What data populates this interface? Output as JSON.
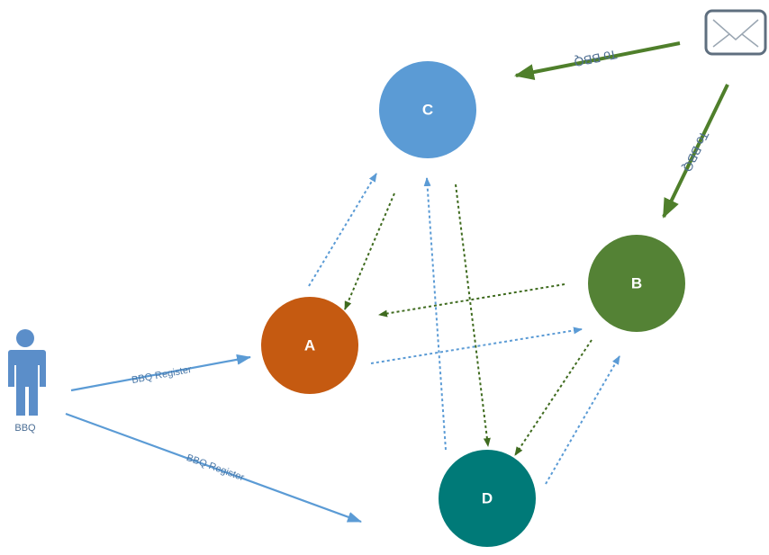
{
  "nodes": {
    "c": {
      "label": "C",
      "color": "#5b9bd5"
    },
    "b": {
      "label": "B",
      "color": "#548235"
    },
    "a": {
      "label": "A",
      "color": "#c55a11"
    },
    "d": {
      "label": "D",
      "color": "#007a78"
    }
  },
  "actor": {
    "label": "BBQ",
    "color": "#5b8ec9"
  },
  "edges": {
    "actor_to_a_label": "BBQ Register",
    "actor_to_d_label": "BBQ Register",
    "mail_to_c_label": "To BBQ",
    "mail_to_b_label": "To BBQ"
  },
  "icons": {
    "mail": "envelope-icon",
    "actor": "person-icon"
  },
  "colors": {
    "blue_arrow": "#5b9bd5",
    "green_arrow": "#4f7f2b",
    "dark_green_dotted": "#3f6b1f"
  }
}
